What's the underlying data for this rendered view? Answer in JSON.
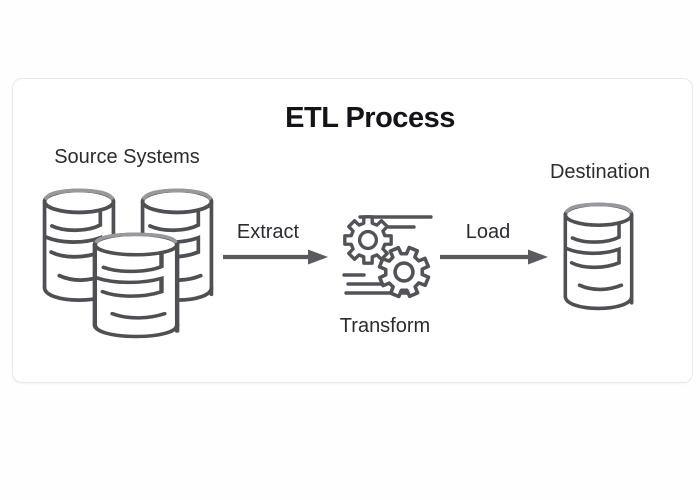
{
  "diagram": {
    "title": "ETL Process",
    "nodes": {
      "source": {
        "label": "Source Systems",
        "icon": "database-cluster-icon"
      },
      "transform": {
        "label": "Transform",
        "icon": "gears-processing-icon"
      },
      "destination": {
        "label": "Destination",
        "icon": "database-icon"
      }
    },
    "arrows": {
      "extract": {
        "label": "Extract",
        "direction": "right"
      },
      "load": {
        "label": "Load",
        "direction": "right"
      }
    },
    "colors": {
      "card_background": "#ffffff",
      "card_border": "#e9e9eb",
      "title_text": "#131417",
      "label_text": "#2b2c30",
      "icon_stroke": "#4e5054",
      "arrow": "#595b5f"
    }
  }
}
